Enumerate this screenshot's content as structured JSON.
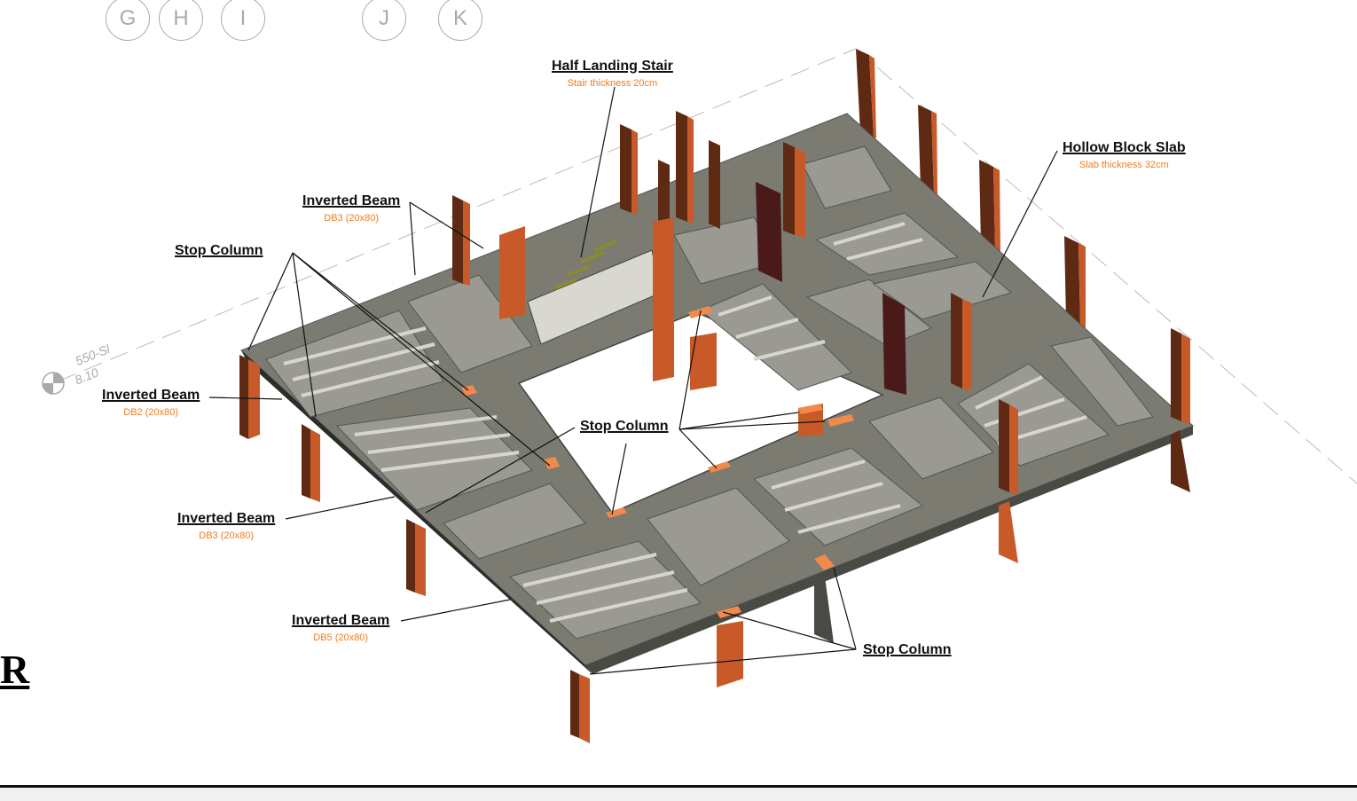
{
  "grid_bubbles": [
    "G",
    "H",
    "I",
    "J",
    "K"
  ],
  "elevation": {
    "name": "550-Sl",
    "value": "8.10"
  },
  "side_mark": "R",
  "labels": {
    "half_landing": {
      "title": "Half Landing Stair",
      "sub": "Stair thickness  20cm"
    },
    "hollow_block": {
      "title": "Hollow Block Slab",
      "sub": "Slab thickness  32cm"
    },
    "inverted_beam_db3_top": {
      "title": "Inverted Beam",
      "sub": "DB3 (20x80)"
    },
    "stop_column_left": {
      "title": "Stop Column"
    },
    "inverted_beam_db2": {
      "title": "Inverted Beam",
      "sub": "DB2 (20x80)"
    },
    "stop_column_center": {
      "title": "Stop Column"
    },
    "inverted_beam_db3_bottom": {
      "title": "Inverted Beam",
      "sub": "DB3 (20x80)"
    },
    "inverted_beam_db5": {
      "title": "Inverted Beam",
      "sub": "DB5 (20x80)"
    },
    "stop_column_right": {
      "title": "Stop Column"
    }
  },
  "colors": {
    "slab": "#7b7b72",
    "slab_dark": "#5f5f58",
    "beam_edge": "#2c2c2a",
    "column": "#c75a28",
    "column_dark": "#5e2a14",
    "stop_column": "#f08a4b",
    "annotation": "#f07c1e"
  }
}
